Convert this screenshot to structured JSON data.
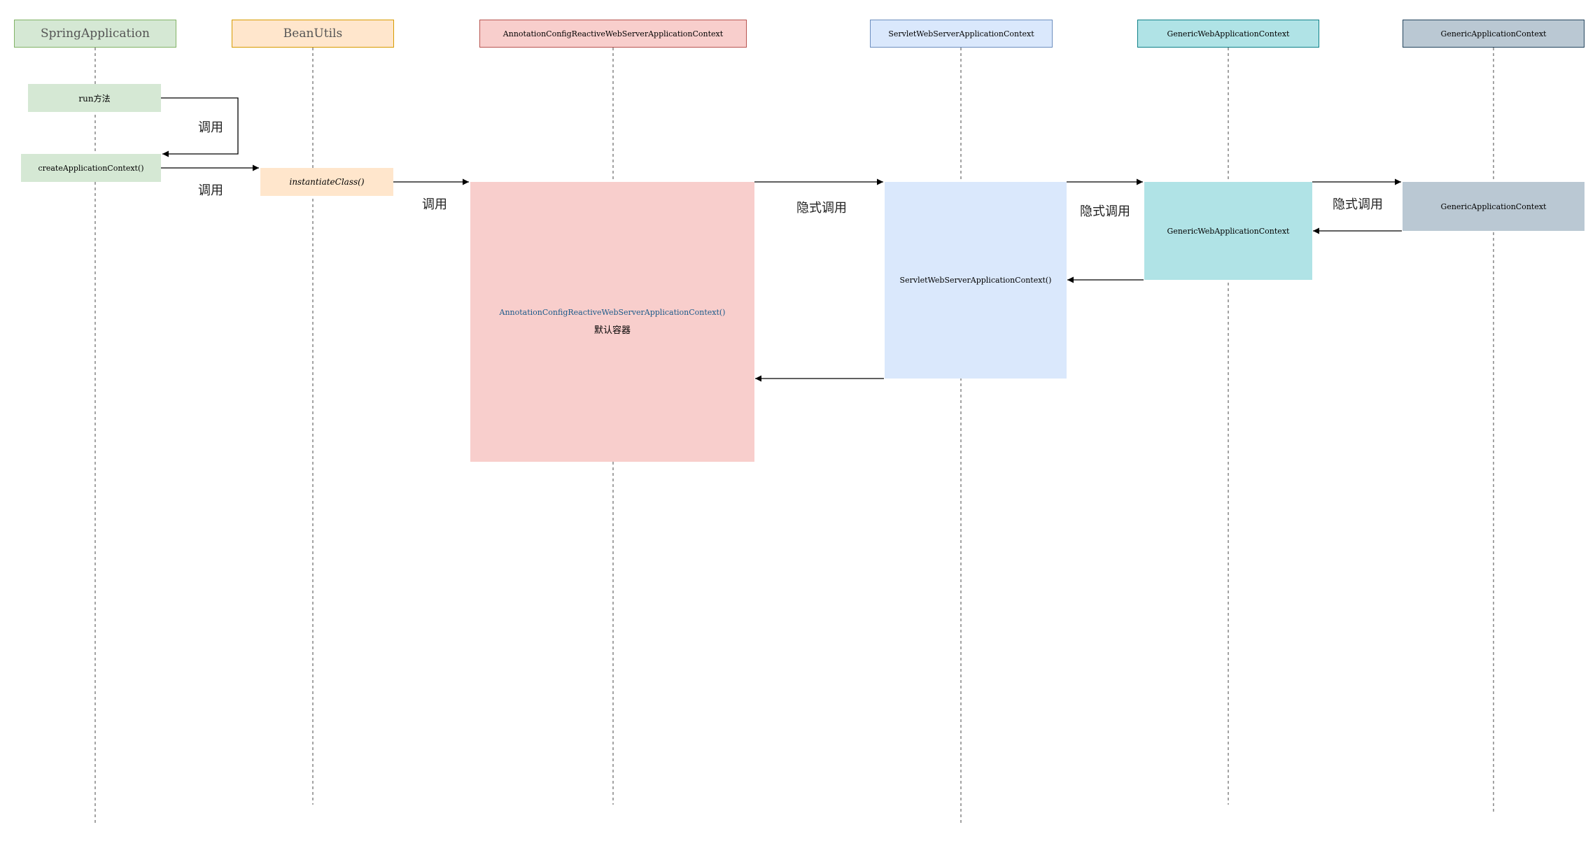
{
  "colors": {
    "spring": {
      "fill": "#d5e8d4",
      "stroke": "#82b366"
    },
    "beanutils": {
      "fill": "#ffe6cc",
      "stroke": "#d79b00"
    },
    "annotation": {
      "fill": "#f8cecc",
      "stroke": "#b85450"
    },
    "servlet": {
      "fill": "#dae8fc",
      "stroke": "#6c8ebf"
    },
    "genericweb": {
      "fill": "#b0e3e6",
      "stroke": "#0e8088"
    },
    "generic": {
      "fill": "#bac8d3",
      "stroke": "#23445d"
    },
    "highlight_text": "#1a5a8a"
  },
  "lifelines": [
    {
      "key": "spring",
      "label": "SpringApplication"
    },
    {
      "key": "beanutils",
      "label": "BeanUtils"
    },
    {
      "key": "annotation",
      "label": "AnnotationConfigReactiveWebServerApplicationContext"
    },
    {
      "key": "servlet",
      "label": "ServletWebServerApplicationContext"
    },
    {
      "key": "genericweb",
      "label": "GenericWebApplicationContext"
    },
    {
      "key": "generic",
      "label": "GenericApplicationContext"
    }
  ],
  "activations": {
    "run": "run方法",
    "create": "createApplicationContext()",
    "instantiate": "instantiateClass()",
    "annotation_line1": "AnnotationConfigReactiveWebServerApplicationContext()",
    "annotation_line2": "默认容器",
    "servlet": "ServletWebServerApplicationContext()",
    "genericweb": "GenericWebApplicationContext",
    "generic": "GenericApplicationContext"
  },
  "messages": {
    "self_call": "调用",
    "call_beanutils": "调用",
    "call_annotation": "调用",
    "implicit_servlet": "隐式调用",
    "implicit_genericweb": "隐式调用",
    "implicit_generic": "隐式调用"
  }
}
